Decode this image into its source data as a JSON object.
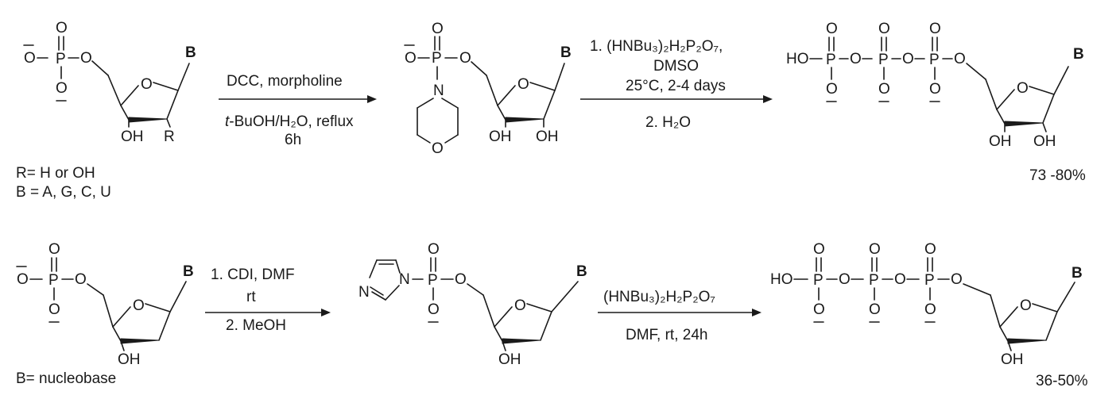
{
  "scheme": {
    "row1": {
      "reactant": {
        "r_sub": "R",
        "oh": "OH",
        "base": "B"
      },
      "legend_r": "R= H or OH",
      "legend_b": "B = A, G, C, U",
      "step1": {
        "above": "DCC, morpholine",
        "below1_italic": "t",
        "below1_rest": "-BuOH/H₂O, reflux",
        "below2": "6h"
      },
      "intermediate": {
        "n_label": "N",
        "o_ring": "O",
        "base": "B",
        "oh1": "OH",
        "oh2": "OH"
      },
      "step2": {
        "line1": "1. (HNBu₃)₂H₂P₂O₇,",
        "line2": "DMSO",
        "line3": "25°C, 2-4 days",
        "line4": "2. H₂O"
      },
      "product": {
        "ho": "HO",
        "base": "B",
        "oh1": "OH",
        "oh2": "OH"
      },
      "yield": "73 -80%"
    },
    "row2": {
      "reactant": {
        "oh": "OH",
        "base": "B"
      },
      "legend": "B= nucleobase",
      "step1": {
        "line1": "1. CDI, DMF",
        "line2": "rt",
        "line3": "2. MeOH"
      },
      "intermediate": {
        "n_label": "N",
        "base": "B",
        "oh": "OH"
      },
      "step2": {
        "above": "(HNBu₃)₂H₂P₂O₇",
        "below": "DMF, rt, 24h"
      },
      "product": {
        "ho": "HO",
        "base": "B",
        "oh": "OH"
      },
      "yield": "36-50%"
    }
  }
}
